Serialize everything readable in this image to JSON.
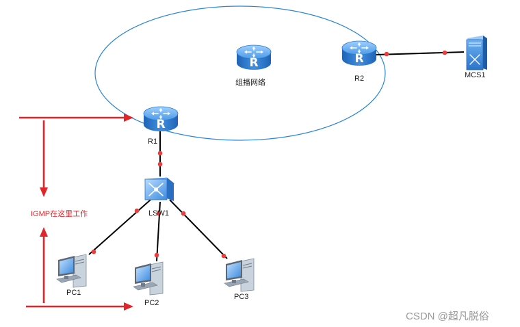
{
  "nodes": {
    "multicast_net": {
      "label": "组播网络"
    },
    "r1": {
      "label": "R1"
    },
    "r2": {
      "label": "R2"
    },
    "mcs1": {
      "label": "MCS1"
    },
    "lsw1": {
      "label": "LSW1"
    },
    "pc1": {
      "label": "PC1"
    },
    "pc2": {
      "label": "PC2"
    },
    "pc3": {
      "label": "PC3"
    }
  },
  "annotation": {
    "text": "IGMP在这里工作"
  },
  "watermark": {
    "text": "CSDN @超凡脱俗"
  },
  "colors": {
    "link": "#000000",
    "port_dot": "#ee3b3b",
    "ellipse": "#2b86d6",
    "arrow": "#e0262b",
    "router": "#2f7fd3",
    "watermark": "#9a9a9a"
  }
}
